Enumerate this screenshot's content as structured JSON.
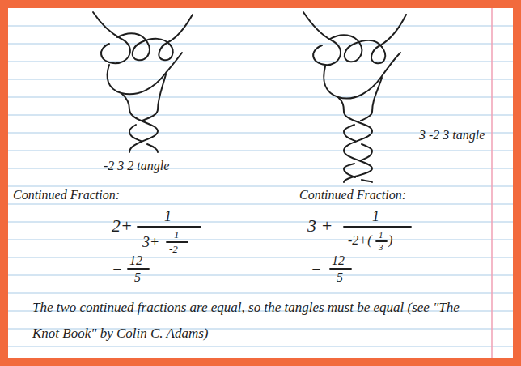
{
  "diagram": {
    "labels": [
      "-2 3 2 tangle",
      "3 -2 3 tangle",
      "Continued Fraction:",
      "Continued Fraction:",
      "2+",
      "1",
      "3+",
      "1",
      "-2",
      "=",
      "12",
      "5",
      "3 +",
      "1",
      "-2+(",
      "1",
      "3",
      ")",
      "=",
      "12",
      "5",
      "The two continued fractions are equal, so the tangles must be equal (see \"The Knot Book\" by Colin C. Adams)"
    ]
  }
}
